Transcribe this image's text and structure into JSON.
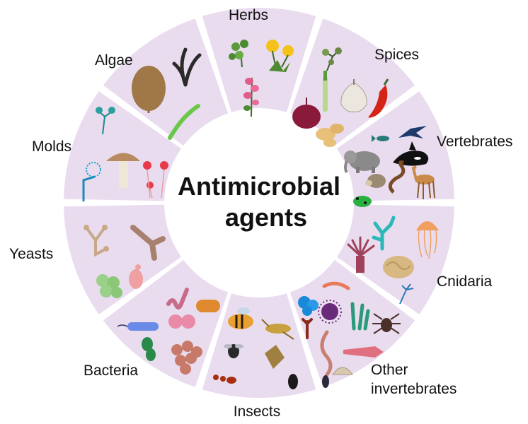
{
  "center_title": {
    "line1": "Antimicrobial",
    "line2": "agents"
  },
  "colors": {
    "segment_fill": "#e9dcef",
    "segment_gap": "#ffffff",
    "center_fill": "#ffffff",
    "text": "#111111"
  },
  "segments": [
    {
      "key": "herbs",
      "label": "Herbs",
      "icons": [
        "clover-plant-icon",
        "dandelion-icon",
        "snapdragon-flower-icon"
      ]
    },
    {
      "key": "spices",
      "label": "Spices",
      "icons": [
        "herb-sprig-icon",
        "leek-icon",
        "garlic-icon",
        "chili-pepper-icon",
        "onion-icon",
        "ginger-icon"
      ]
    },
    {
      "key": "vertebrates",
      "label": "Vertebrates",
      "icons": [
        "swallow-icon",
        "fish-icon",
        "elephant-icon",
        "orca-icon",
        "hedgehog-icon",
        "snake-icon",
        "gazelle-icon",
        "frog-icon"
      ]
    },
    {
      "key": "cnidaria",
      "label": "Cnidaria",
      "icons": [
        "coral-icon",
        "jellyfish-icon",
        "sea-anemone-icon",
        "brain-coral-icon",
        "hydra-icon"
      ]
    },
    {
      "key": "other-invertebrates",
      "label_lines": [
        "Other",
        "invertebrates"
      ],
      "icons": [
        "shrimp-icon",
        "sponge-icon",
        "sea-urchin-icon",
        "crayfish-icon",
        "seaweed-coral-icon",
        "spider-icon",
        "earthworm-icon",
        "squid-icon",
        "clam-icon",
        "mussel-icon"
      ]
    },
    {
      "key": "insects",
      "label": "Insects",
      "icons": [
        "bee-icon",
        "grasshopper-icon",
        "fly-icon",
        "stink-bug-icon",
        "ant-icon",
        "beetle-icon"
      ]
    },
    {
      "key": "bacteria",
      "label": "Bacteria",
      "icons": [
        "spirillum-icon",
        "bacillus-icon",
        "rod-bacterium-icon",
        "diplococcus-icon",
        "coccobacillus-icon",
        "staphylococcus-icon"
      ]
    },
    {
      "key": "yeasts",
      "label": "Yeasts",
      "icons": [
        "budding-yeast-icon",
        "fission-yeast-icon",
        "yeast-cluster-icon",
        "yeast-cell-icon"
      ]
    },
    {
      "key": "molds",
      "label": "Molds",
      "icons": [
        "aspergillus-icon",
        "mucor-mold-icon",
        "mushroom-icon",
        "sporangium-icon"
      ]
    },
    {
      "key": "algae",
      "label": "Algae",
      "icons": [
        "kelp-icon",
        "brown-seaweed-icon",
        "spirulina-icon"
      ]
    }
  ]
}
